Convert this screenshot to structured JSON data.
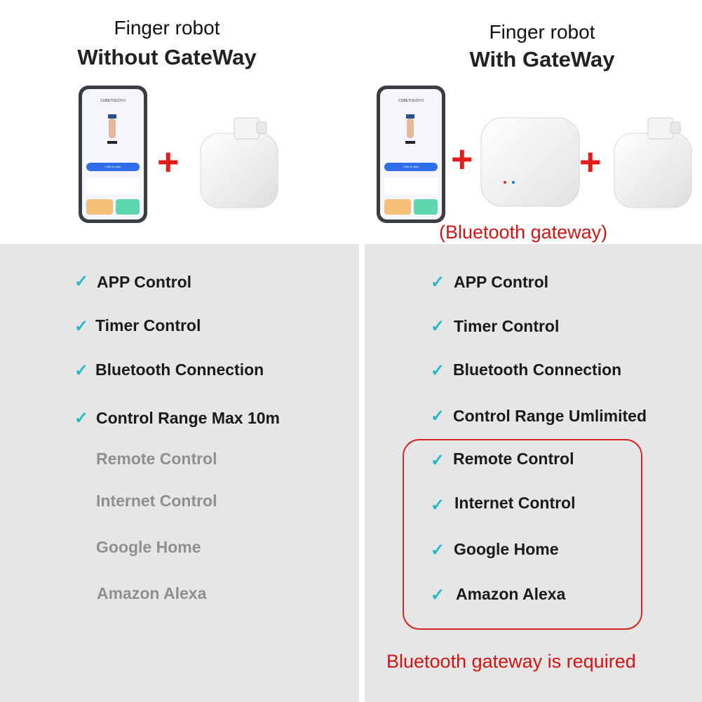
{
  "left": {
    "title_line1": "Finger robot",
    "title_line2": "Without GateWay",
    "features": [
      {
        "label": "APP Control",
        "enabled": true
      },
      {
        "label": "Timer Control",
        "enabled": true
      },
      {
        "label": "Bluetooth Connection",
        "enabled": true
      },
      {
        "label": "Control Range Max 10m",
        "enabled": true
      },
      {
        "label": "Remote Control",
        "enabled": false
      },
      {
        "label": "Internet Control",
        "enabled": false
      },
      {
        "label": "Google Home",
        "enabled": false
      },
      {
        "label": "Amazon Alexa",
        "enabled": false
      }
    ]
  },
  "right": {
    "title_line1": "Finger robot",
    "title_line2": "With GateWay",
    "gateway_label": "(Bluetooth gateway)",
    "features": [
      {
        "label": "APP Control",
        "enabled": true
      },
      {
        "label": "Timer Control",
        "enabled": true
      },
      {
        "label": "Bluetooth Connection",
        "enabled": true
      },
      {
        "label": "Control Range Umlimited",
        "enabled": true
      },
      {
        "label": "Remote Control",
        "enabled": true
      },
      {
        "label": "Internet Control",
        "enabled": true
      },
      {
        "label": "Google Home",
        "enabled": true
      },
      {
        "label": "Amazon Alexa",
        "enabled": true
      }
    ],
    "footer_note": "Bluetooth gateway is required"
  },
  "phone_screen": {
    "header": "CUBETOUCH II",
    "start_button": "Click to start"
  },
  "icons": {
    "check": "check-icon",
    "plus": "plus-icon"
  },
  "colors": {
    "check": "#24b8c8",
    "accent_red": "#d41414",
    "panel_bg": "#e6e6e6"
  }
}
